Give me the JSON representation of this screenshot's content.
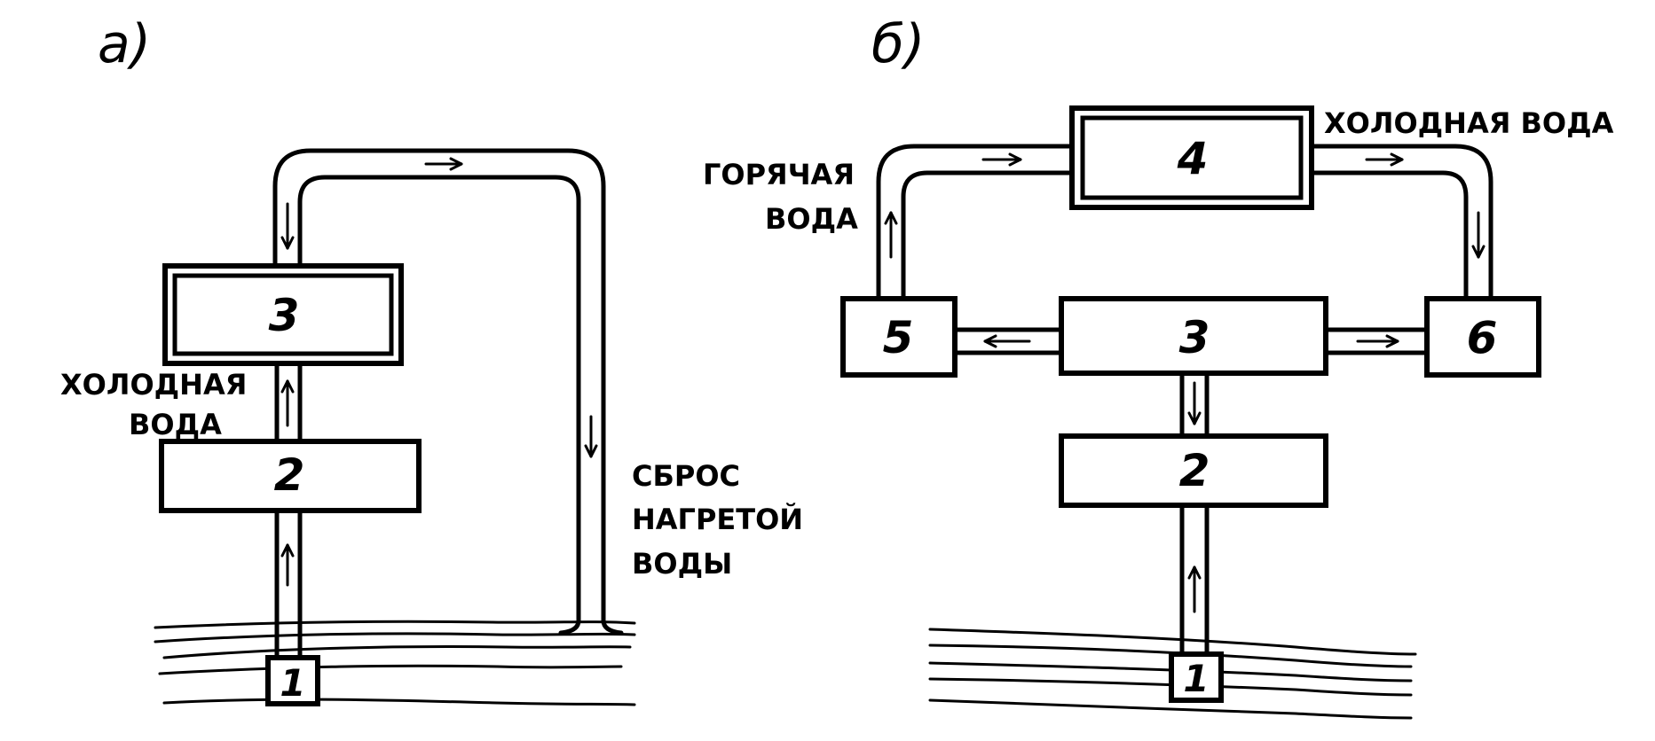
{
  "panels": {
    "a": {
      "label": "а)",
      "boxes": {
        "b3": "3",
        "b2": "2",
        "b1": "1"
      },
      "captions": {
        "cold_water_1": "ХОЛОДНАЯ",
        "cold_water_2": "ВОДА",
        "discharge_1": "СБРОС",
        "discharge_2": "НАГРЕТОЙ",
        "discharge_3": "ВОДЫ"
      }
    },
    "b": {
      "label": "б)",
      "boxes": {
        "b4": "4",
        "b5": "5",
        "b3": "3",
        "b6": "6",
        "b2": "2",
        "b1": "1"
      },
      "captions": {
        "hot_water_1": "ГОРЯЧАЯ",
        "hot_water_2": "ВОДА",
        "cold_water": "ХОЛОДНАЯ ВОДА"
      }
    }
  }
}
